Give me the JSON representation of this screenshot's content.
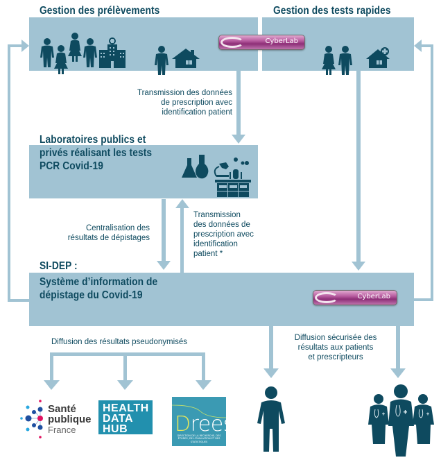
{
  "colors": {
    "box_fill": "#a1c3d3",
    "arrow": "#a1c3d3",
    "text_dark": "#0e4a5f",
    "icon": "#0e4a5f",
    "cyberlab_purple": "#8e2f78",
    "health_data_hub_blue": "#2290ae",
    "drees_blue": "#3b9ab3",
    "spf_red": "#e0115f",
    "spf_blue": "#1f4fa0"
  },
  "nodes": {
    "prelevements": {
      "title": "Gestion des prélèvements",
      "icons": [
        "person-man-icon",
        "person-woman-icon",
        "person-woman-icon",
        "person-man-icon",
        "hospital-icon",
        "person-man-icon",
        "house-icon"
      ]
    },
    "tests_rapides": {
      "title": "Gestion des tests rapides",
      "icons": [
        "person-woman-icon",
        "person-man-icon",
        "medical-house-icon"
      ]
    },
    "laboratoires": {
      "title_lines": [
        "Laboratoires publics et",
        "privés réalisant les tests",
        "PCR Covid-19"
      ],
      "icons": [
        "flasks-icon",
        "lab-bench-icon"
      ]
    },
    "sidep": {
      "title_lines": [
        "SI-DEP :",
        "Système d’information de",
        "dépistage du Covid-19"
      ]
    }
  },
  "cyberlab": {
    "label": "CyberLab"
  },
  "edges": {
    "transmission_top": [
      "Transmission des données",
      "de prescription avec",
      "identification patient"
    ],
    "centralisation": [
      "Centralisation des",
      "résultats de dépistages"
    ],
    "transmission_mid": [
      "Transmission",
      "des données de",
      "prescription avec",
      "identification",
      "patient *"
    ],
    "diffusion_pseudo": "Diffusion des résultats pseudonymisés",
    "diffusion_securisee": [
      "Diffusion sécurisée des",
      "résultats aux patients",
      "et prescripteurs"
    ]
  },
  "recipients": {
    "sante_publique_france": {
      "line1": "Santé",
      "line2": "publique",
      "line3": "France"
    },
    "health_data_hub": {
      "lines": [
        "HEALTH",
        "DATA",
        "HUB"
      ]
    },
    "drees": {
      "name": "Drees",
      "subtitle": "DIRECTION DE LA RECHERCHE, DES ÉTUDES, DE L'ÉVALUATION ET DES STATISTIQUES"
    },
    "patient": {
      "icon": "patient-icon"
    },
    "prescripteurs": {
      "icon": "doctors-group-icon"
    }
  }
}
